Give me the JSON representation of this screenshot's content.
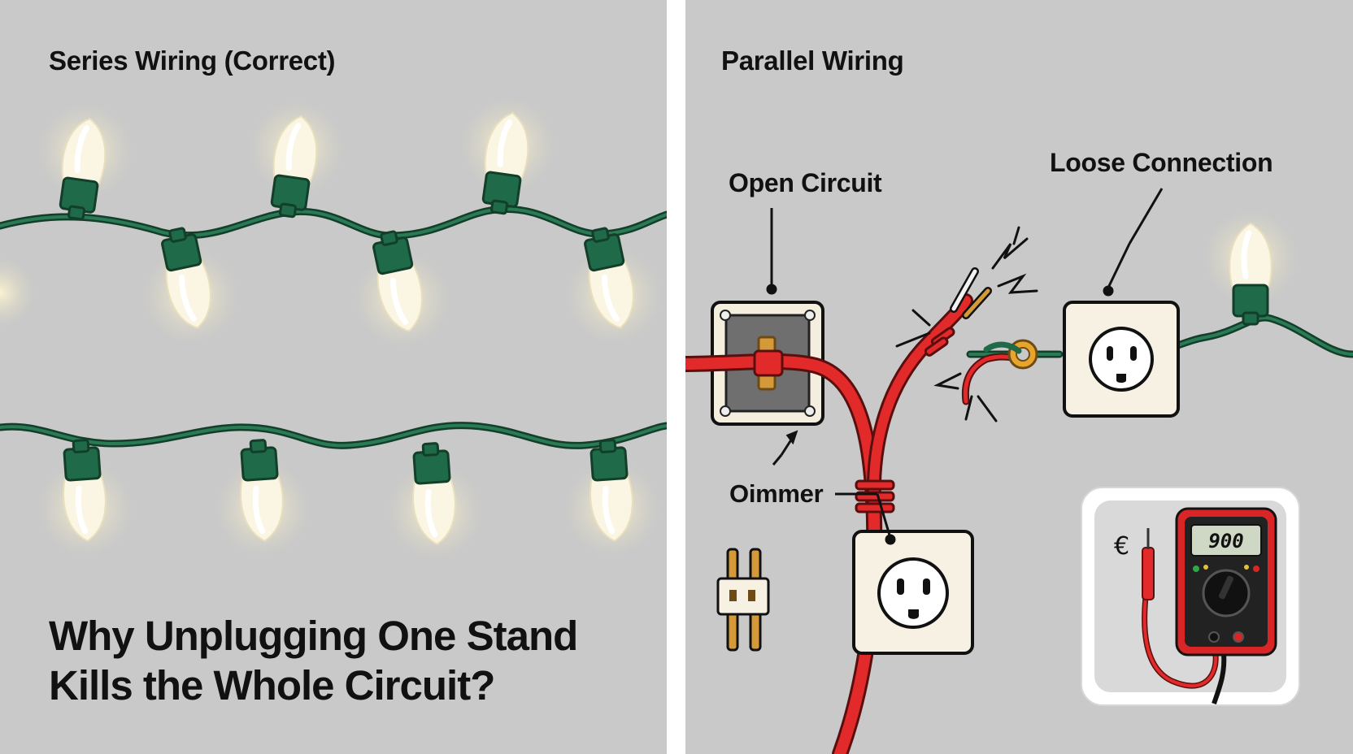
{
  "left_panel": {
    "title": "Series Wiring (Correct)",
    "question_line1": "Why Unplugging One Stand",
    "question_line2": "Kills the Whole Circuit?"
  },
  "right_panel": {
    "title": "Parallel Wiring",
    "labels": {
      "open_circuit": "Open Circuit",
      "loose_connection": "Loose Connection",
      "dimmer": "Oimmer"
    },
    "multimeter_display": "900"
  },
  "colors": {
    "background": "#c9c9c9",
    "wire_green": "#1d5a3e",
    "socket_green": "#1f6a48",
    "bulb_cream": "#fbf6e4",
    "wire_red": "#e32a2a",
    "outlet_cream": "#f6f1e2",
    "meter_red": "#d92525"
  },
  "icons": [
    "bulb-icon",
    "wall-switch-icon",
    "outlet-icon",
    "plug-icon",
    "multimeter-icon",
    "spark-icon"
  ]
}
